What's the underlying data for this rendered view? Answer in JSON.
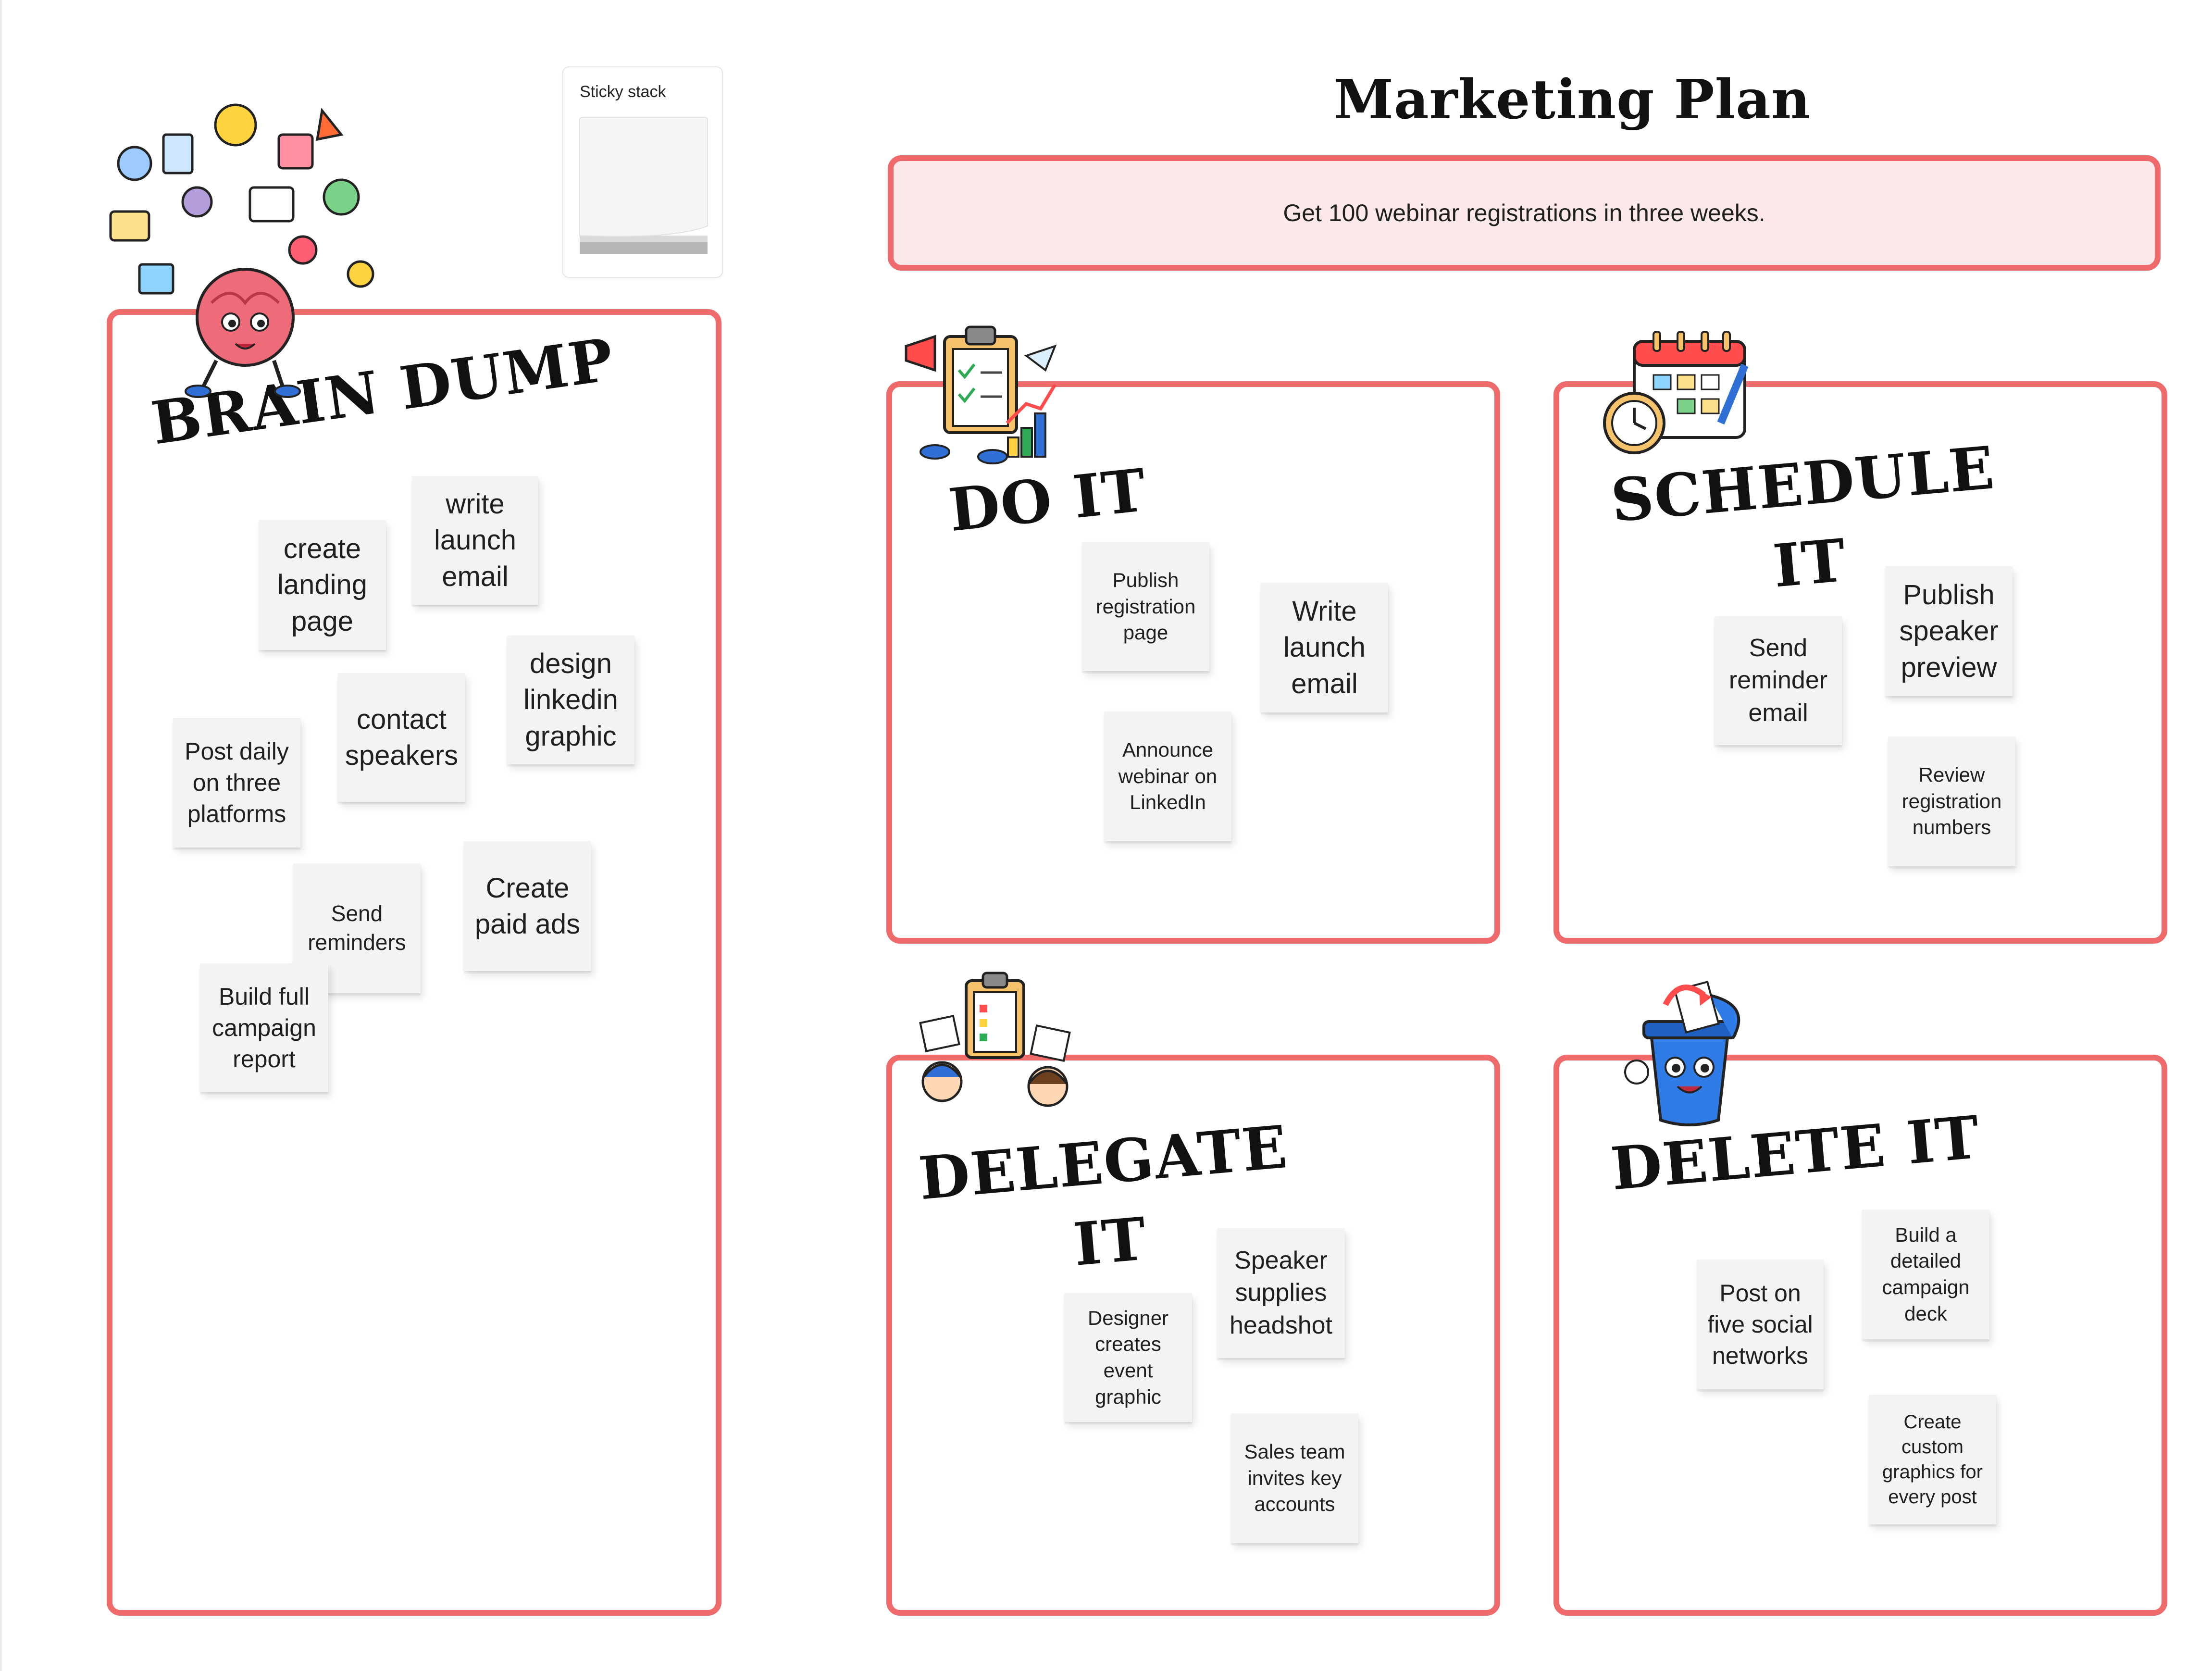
{
  "board": {
    "title": "Marketing Plan",
    "goal": "Get 100 webinar registrations in three weeks."
  },
  "sticky_stack": {
    "label": "Sticky stack"
  },
  "brain_dump": {
    "title": "BRAIN DUMP",
    "notes": [
      "create\nlanding\npage",
      "write\nlaunch\nemail",
      "design\nlinkedin\ngraphic",
      "contact\nspeakers",
      "Post daily\non three\nplatforms",
      "Create\npaid ads",
      "Send\nreminders",
      "Build full\ncampaign\nreport"
    ]
  },
  "quadrants": {
    "do_it": {
      "title": "DO IT",
      "notes": [
        "Publish\nregistration\npage",
        "Write\nlaunch\nemail",
        "Announce\nwebinar on\nLinkedIn"
      ]
    },
    "schedule_it": {
      "title": "SCHEDULE\nIT",
      "notes": [
        "Publish\nspeaker\npreview",
        "Send\nreminder\nemail",
        "Review\nregistration\nnumbers"
      ]
    },
    "delegate_it": {
      "title": "DELEGATE\nIT",
      "notes": [
        "Speaker\nsupplies\nheadshot",
        "Designer\ncreates\nevent\ngraphic",
        "Sales team\ninvites key\naccounts"
      ]
    },
    "delete_it": {
      "title": "DELETE IT",
      "notes": [
        "Build a\ndetailed\ncampaign\ndeck",
        "Post on\nfive social\nnetworks",
        "Create\ncustom\ngraphics for\nevery post"
      ]
    }
  },
  "colors": {
    "frame_border": "#ef6b6b",
    "goal_fill": "#fde9ea",
    "sticky_fill": "#f3f3f3"
  },
  "icons": {
    "brain_dump": "exploding-brain-illustration",
    "do_it": "clipboard-checklist-illustration",
    "schedule_it": "calendar-clock-illustration",
    "delegate_it": "team-clipboard-illustration",
    "delete_it": "trash-bin-illustration"
  }
}
